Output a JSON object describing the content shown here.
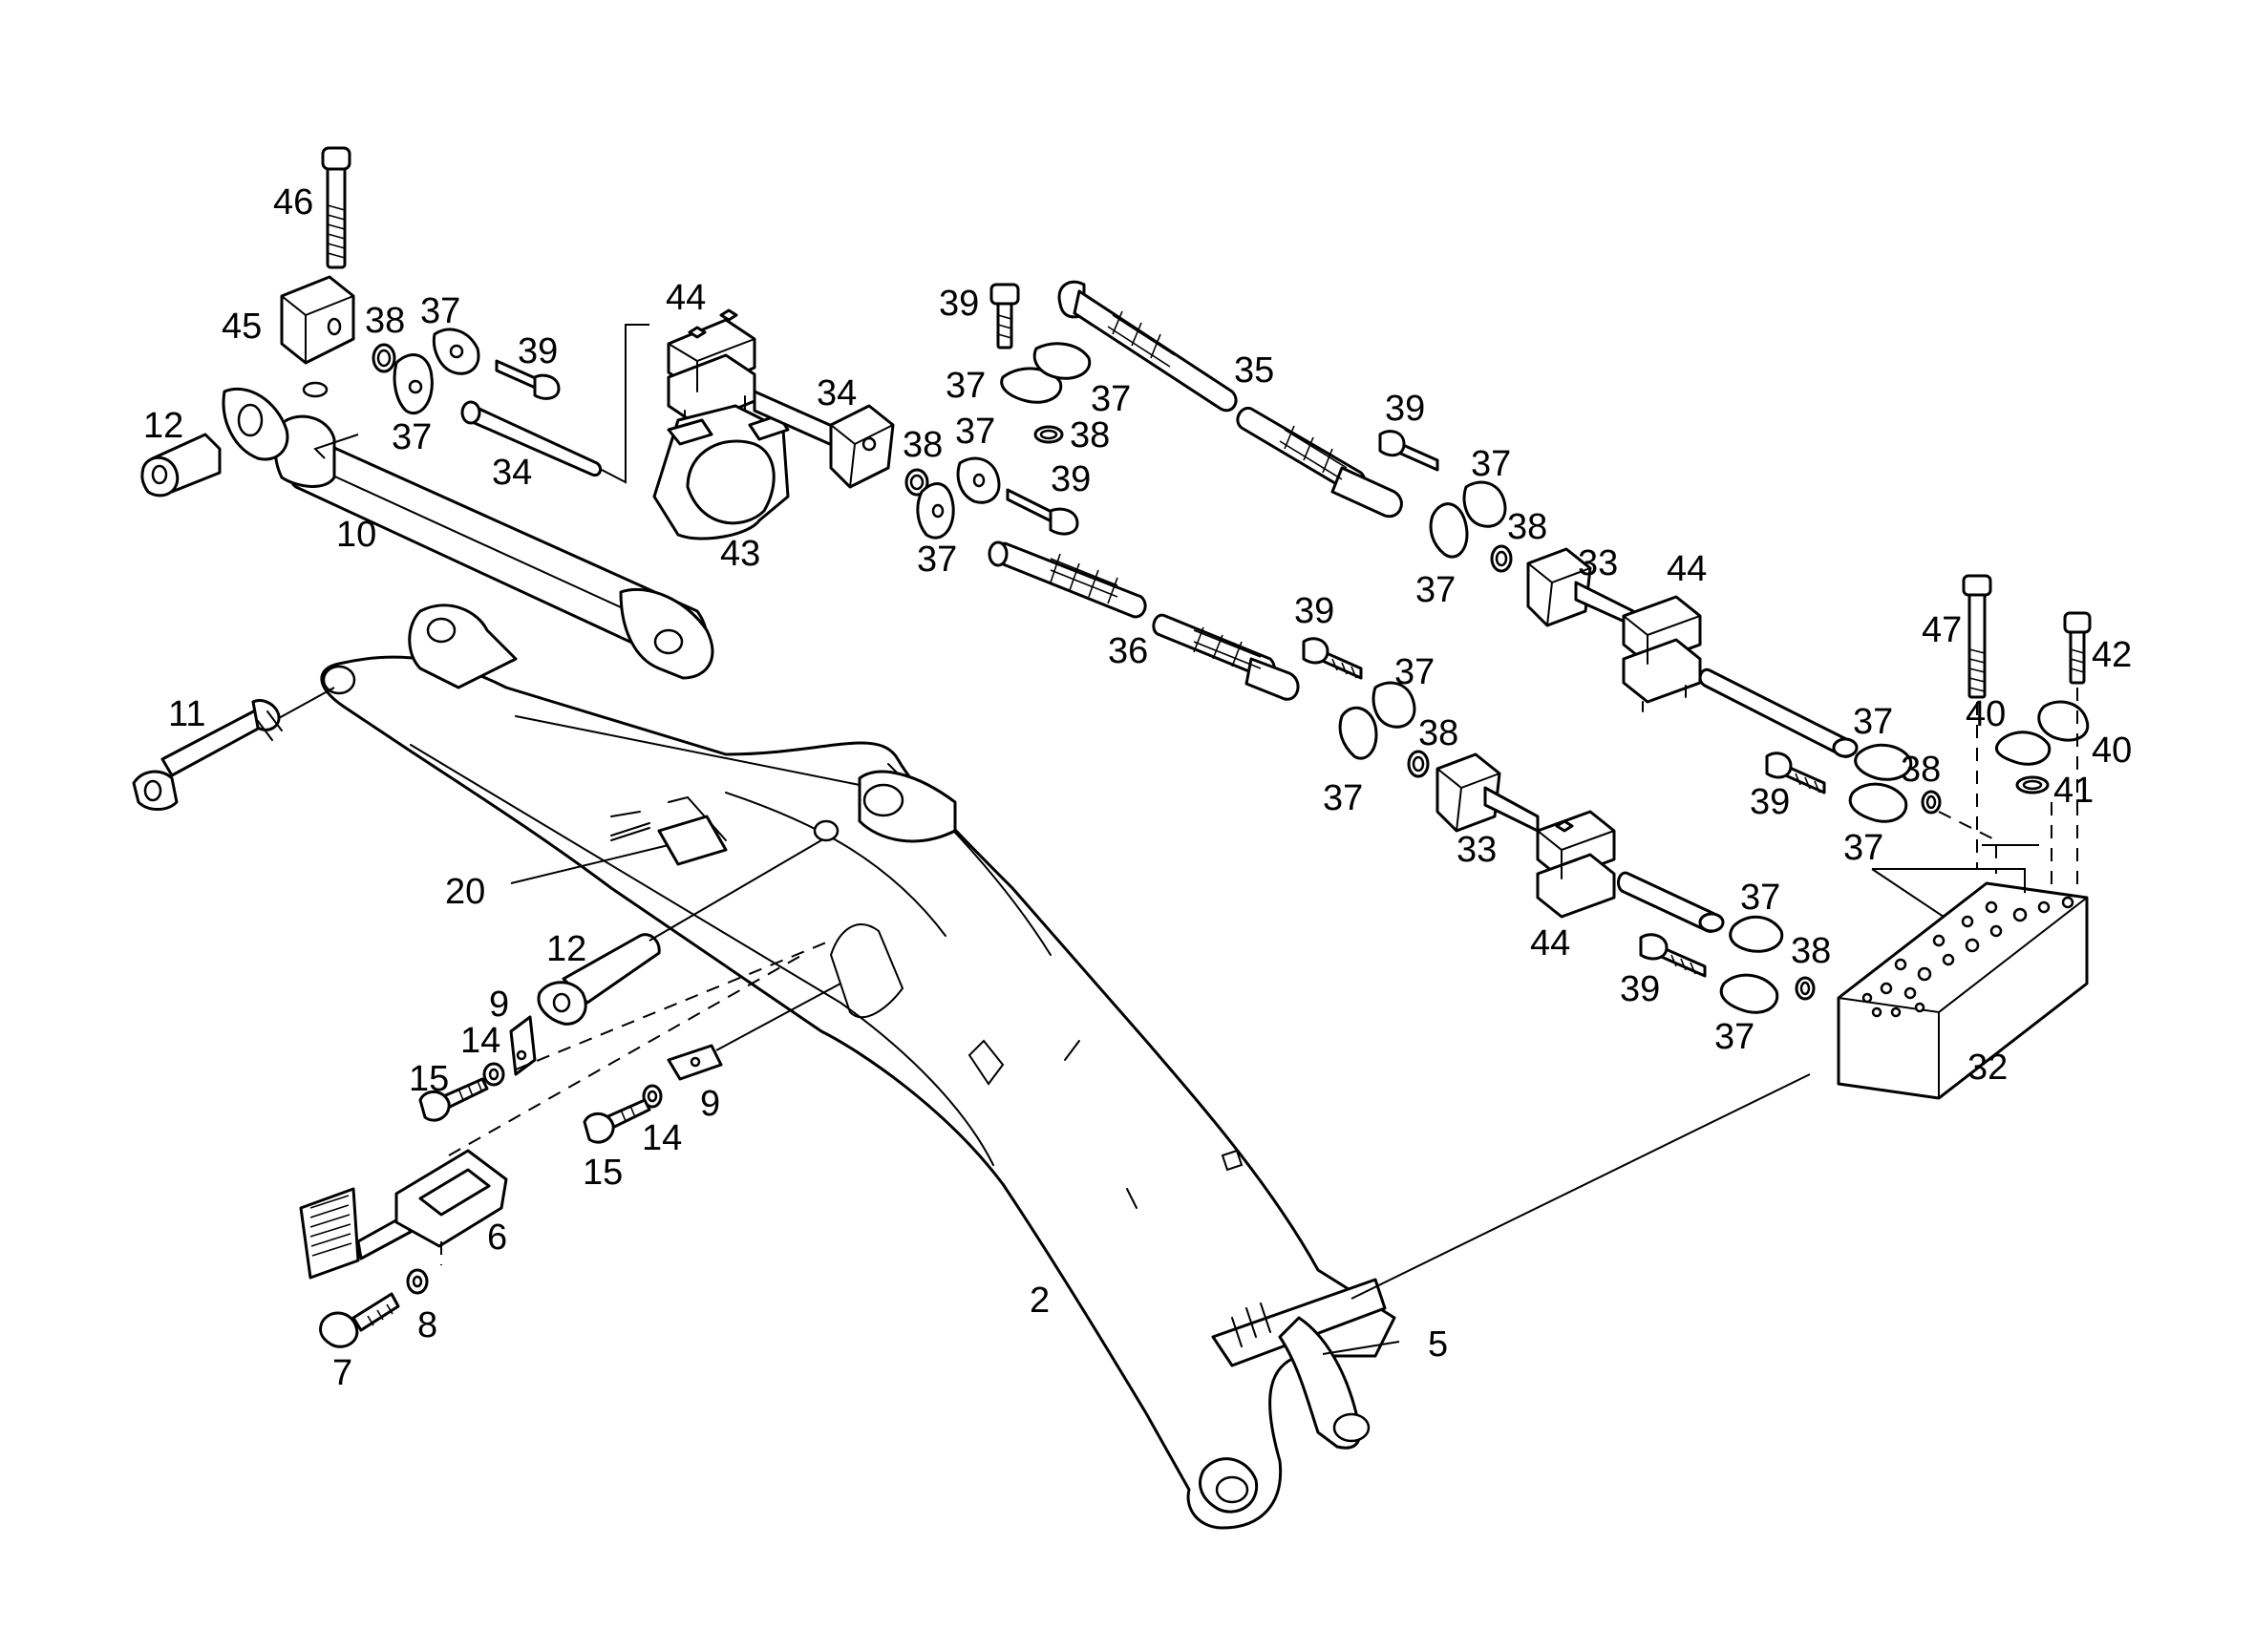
{
  "colors": {
    "ink": "#000000",
    "paper": "#ffffff"
  },
  "labels": [
    {
      "id": "l46",
      "text": "46"
    },
    {
      "id": "l45",
      "text": "45"
    },
    {
      "id": "l38a",
      "text": "38"
    },
    {
      "id": "l37a",
      "text": "37"
    },
    {
      "id": "l39a",
      "text": "39"
    },
    {
      "id": "l37b",
      "text": "37"
    },
    {
      "id": "l12a",
      "text": "12"
    },
    {
      "id": "l34a",
      "text": "34"
    },
    {
      "id": "l10",
      "text": "10"
    },
    {
      "id": "l44a",
      "text": "44"
    },
    {
      "id": "l43",
      "text": "43"
    },
    {
      "id": "l34b",
      "text": "34"
    },
    {
      "id": "l38b",
      "text": "38"
    },
    {
      "id": "l37c",
      "text": "37"
    },
    {
      "id": "l39b",
      "text": "39"
    },
    {
      "id": "l37d",
      "text": "37"
    },
    {
      "id": "l39c",
      "text": "39"
    },
    {
      "id": "l37e",
      "text": "37"
    },
    {
      "id": "l37f",
      "text": "37"
    },
    {
      "id": "l38c",
      "text": "38"
    },
    {
      "id": "l35",
      "text": "35"
    },
    {
      "id": "l39d",
      "text": "39"
    },
    {
      "id": "l37g",
      "text": "37"
    },
    {
      "id": "l38d",
      "text": "38"
    },
    {
      "id": "l37h",
      "text": "37"
    },
    {
      "id": "l33a",
      "text": "33"
    },
    {
      "id": "l44b",
      "text": "44"
    },
    {
      "id": "l36",
      "text": "36"
    },
    {
      "id": "l39e",
      "text": "39"
    },
    {
      "id": "l37i",
      "text": "37"
    },
    {
      "id": "l38e",
      "text": "38"
    },
    {
      "id": "l37j",
      "text": "37"
    },
    {
      "id": "l33b",
      "text": "33"
    },
    {
      "id": "l44c",
      "text": "44"
    },
    {
      "id": "l47",
      "text": "47"
    },
    {
      "id": "l42",
      "text": "42"
    },
    {
      "id": "l40a",
      "text": "40"
    },
    {
      "id": "l40b",
      "text": "40"
    },
    {
      "id": "l37k",
      "text": "37"
    },
    {
      "id": "l38f",
      "text": "38"
    },
    {
      "id": "l41",
      "text": "41"
    },
    {
      "id": "l39f",
      "text": "39"
    },
    {
      "id": "l37l",
      "text": "37"
    },
    {
      "id": "l37m",
      "text": "37"
    },
    {
      "id": "l38g",
      "text": "38"
    },
    {
      "id": "l39g",
      "text": "39"
    },
    {
      "id": "l37n",
      "text": "37"
    },
    {
      "id": "l32",
      "text": "32"
    },
    {
      "id": "l11",
      "text": "11"
    },
    {
      "id": "l20",
      "text": "20"
    },
    {
      "id": "l12b",
      "text": "12"
    },
    {
      "id": "l9a",
      "text": "9"
    },
    {
      "id": "l14a",
      "text": "14"
    },
    {
      "id": "l15a",
      "text": "15"
    },
    {
      "id": "l15b",
      "text": "15"
    },
    {
      "id": "l14b",
      "text": "14"
    },
    {
      "id": "l9b",
      "text": "9"
    },
    {
      "id": "l6",
      "text": "6"
    },
    {
      "id": "l8",
      "text": "8"
    },
    {
      "id": "l7",
      "text": "7"
    },
    {
      "id": "l2",
      "text": "2"
    },
    {
      "id": "l5",
      "text": "5"
    }
  ]
}
